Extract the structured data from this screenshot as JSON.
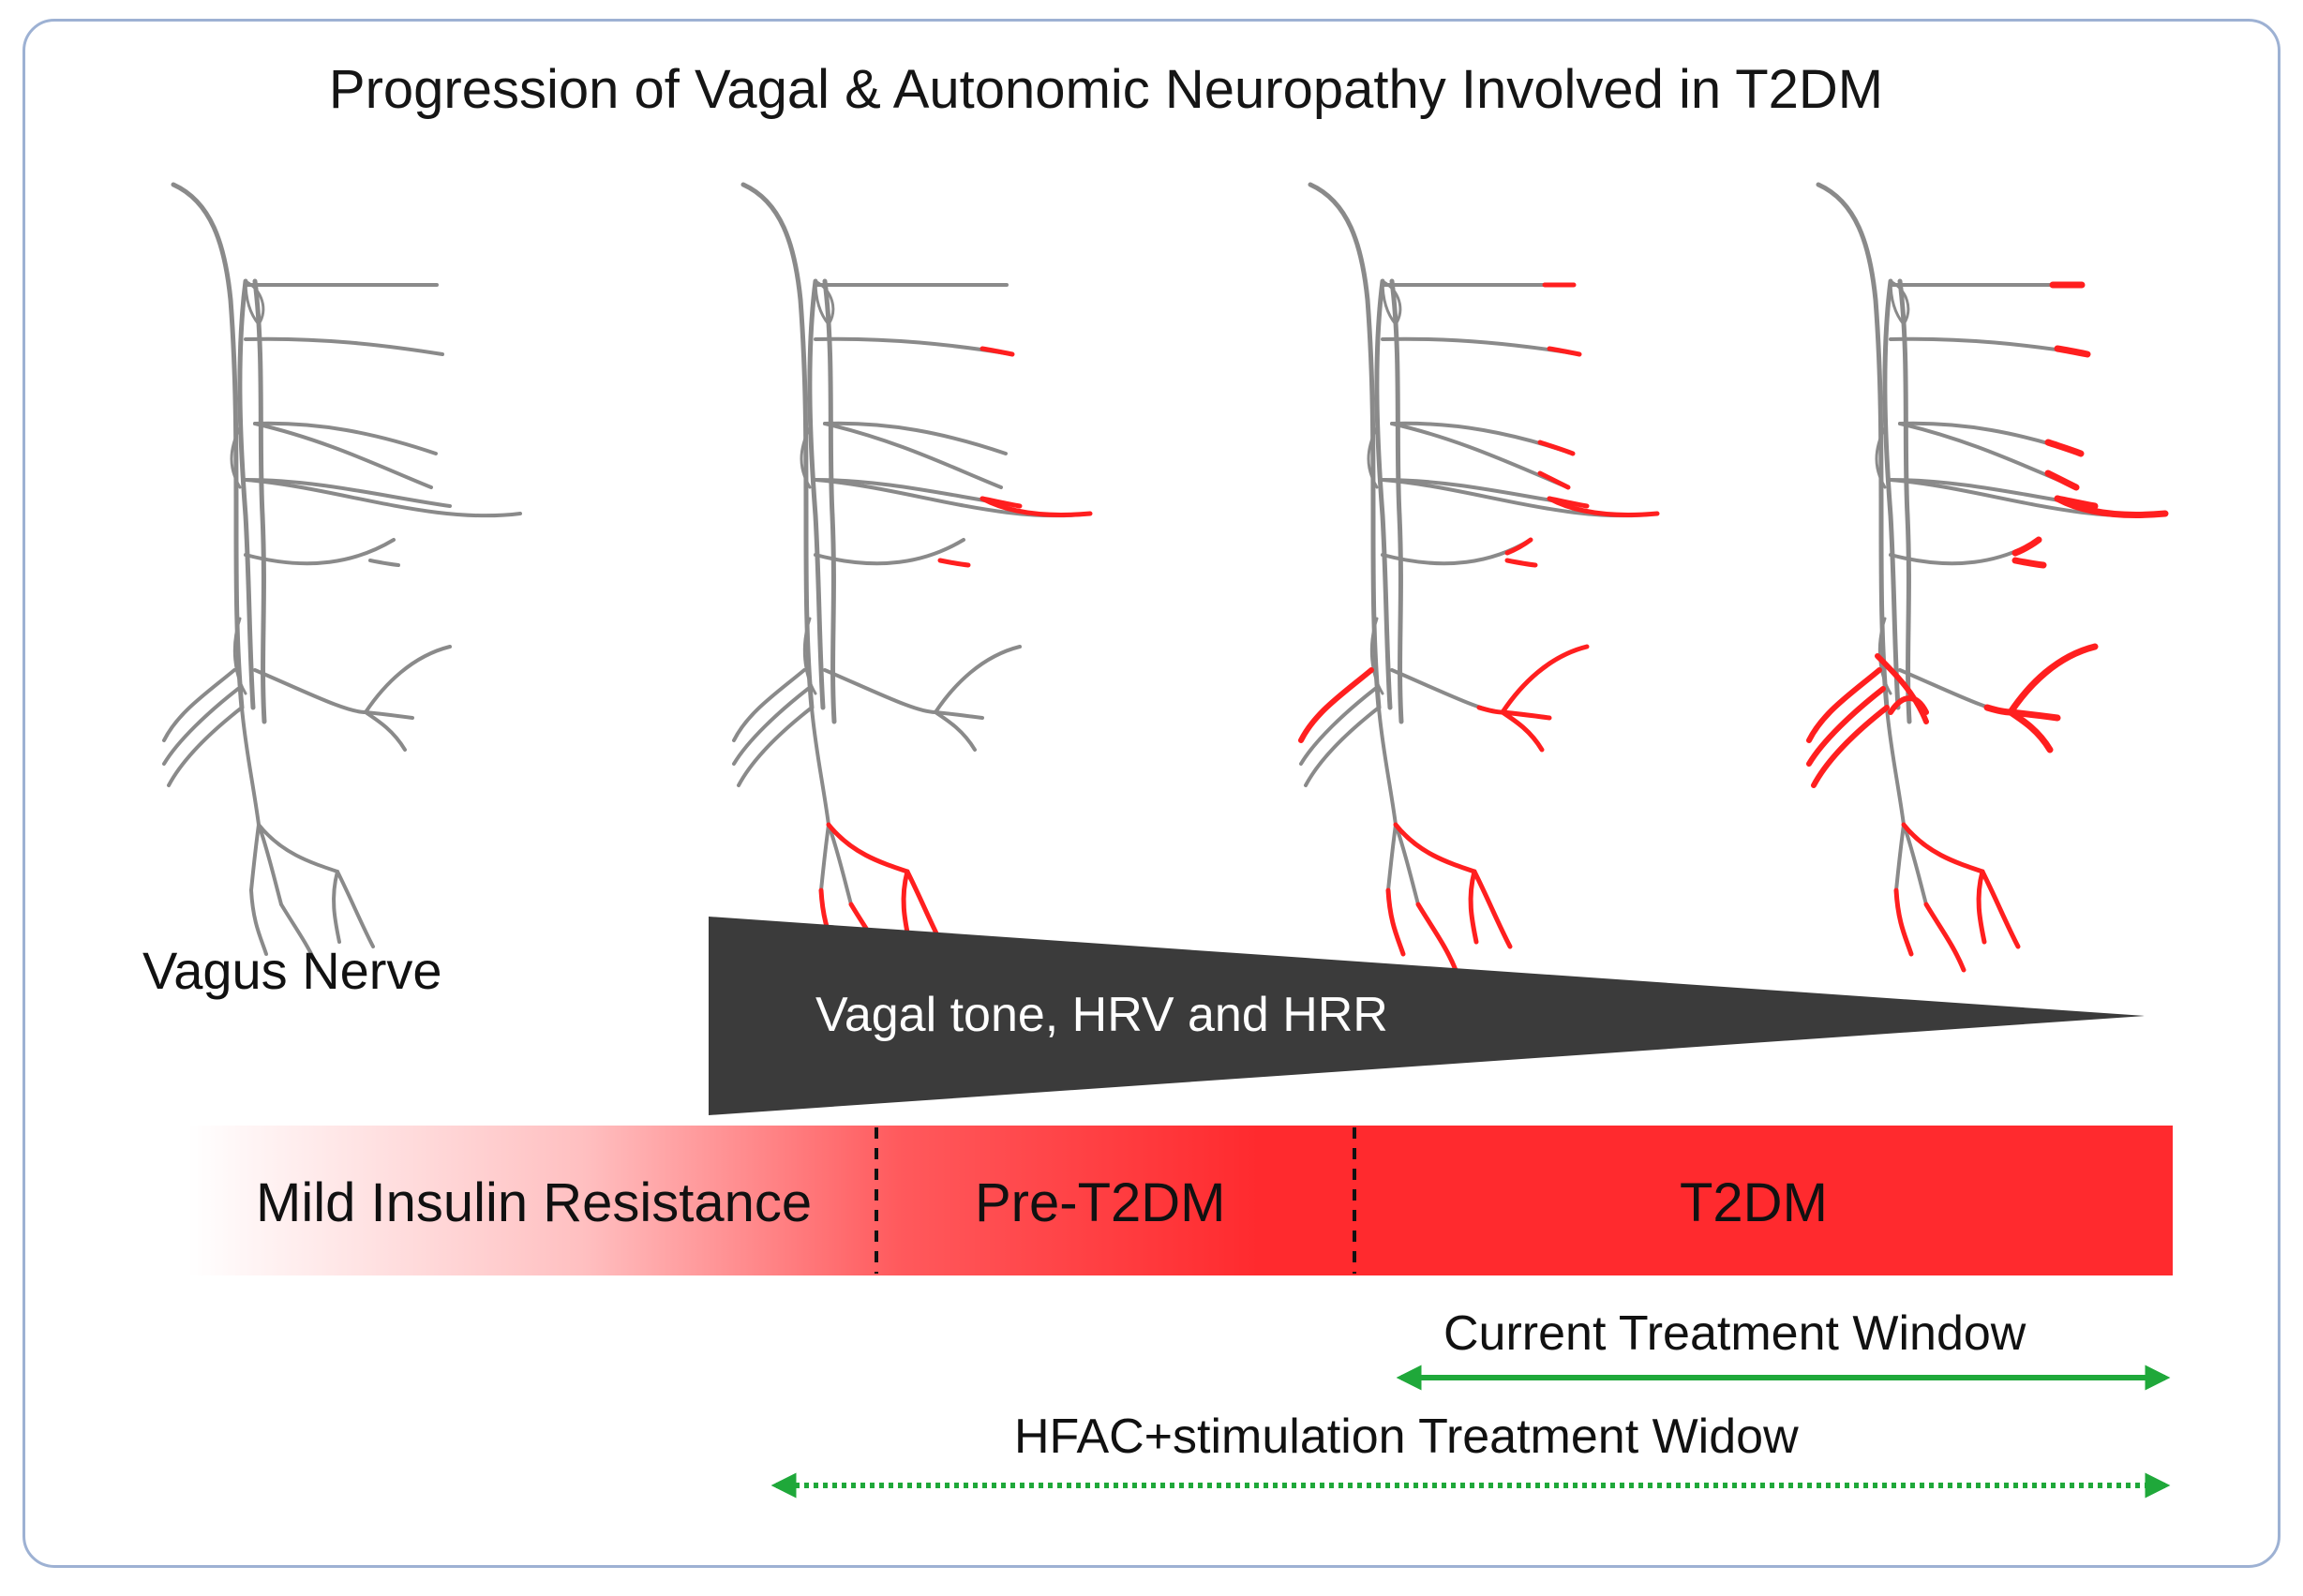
{
  "title": "Progression of Vagal & Autonomic Neuropathy Involved in T2DM",
  "nerve_label": "Vagus Nerve",
  "tone_wedge_label": "Vagal tone, HRV and HRR",
  "stages": {
    "mild": "Mild Insulin Resistance",
    "pre": "Pre-T2DM",
    "t2dm": "T2DM"
  },
  "windows": {
    "current": "Current Treatment Window",
    "hfac": "HFAC+stimulation Treatment Widow"
  },
  "nerve_panels": [
    {
      "damage": "none"
    },
    {
      "damage": "tips"
    },
    {
      "damage": "partial"
    },
    {
      "damage": "extensive"
    }
  ],
  "colors": {
    "nerve_healthy": "#8a8a8a",
    "nerve_damaged": "#ff1f1f",
    "stage_bar": "#ff2a2e",
    "wedge": "#3b3b3b",
    "arrow": "#1fa83a",
    "frame": "#9db1d3"
  }
}
